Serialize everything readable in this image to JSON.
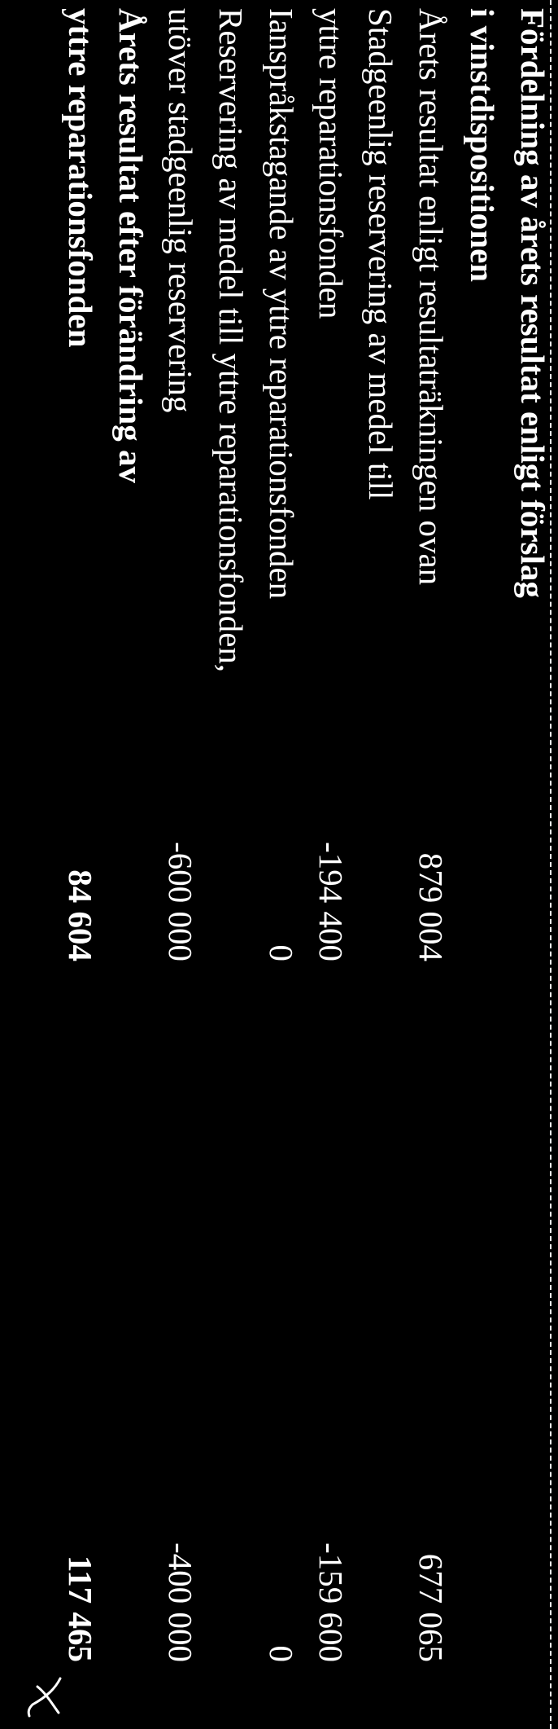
{
  "document": {
    "heading_line1": "Fördelning av årets resultat enligt förslag",
    "heading_line2": "i vinstdispositionen",
    "rows": [
      {
        "label": "Årets resultat enligt resultaträkningen ovan",
        "current": "879 004",
        "previous": "677 065"
      },
      {
        "label": "Stadgeenlig reservering av medel till",
        "current": "",
        "previous": ""
      },
      {
        "label": "yttre reparationsfonden",
        "current": "-194 400",
        "previous": "-159 600"
      },
      {
        "label": "Ianspråkstagande av yttre reparationsfonden",
        "current": "0",
        "previous": "0"
      },
      {
        "label": "Reservering av medel till yttre reparationsfonden,",
        "current": "",
        "previous": ""
      },
      {
        "label": "utöver stadgeenlig reservering",
        "current": "-600 000",
        "previous": "-400 000"
      }
    ],
    "result_line1": "Årets resultat efter förändring av",
    "result_line2": "yttre reparationsfonden",
    "result_current": "84 604",
    "result_previous": "117 465"
  }
}
